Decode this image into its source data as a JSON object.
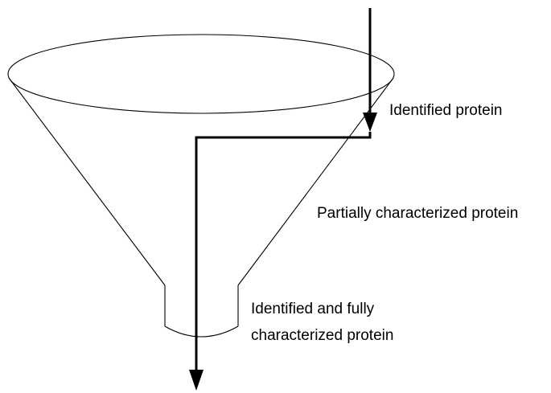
{
  "labels": {
    "identified": "Identified protein",
    "partial": "Partially characterized protein",
    "full_line1": "Identified and fully",
    "full_line2": "characterized protein"
  },
  "colors": {
    "stroke": "#000000",
    "background": "#ffffff"
  }
}
